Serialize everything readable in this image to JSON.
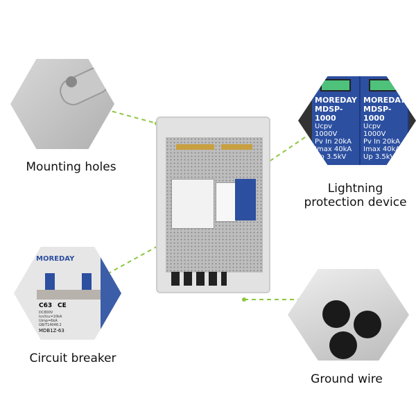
{
  "labels": {
    "mounting": "Mounting holes",
    "lightning_1": "Lightning",
    "lightning_2": "protection device",
    "breaker": "Circuit breaker",
    "ground": "Ground wire"
  },
  "spd": {
    "brand": "MOREDAY",
    "model": "MDSP-1000",
    "rows": [
      "Ucpv 1000V",
      "Pv In 20kA",
      "Imax 40kA",
      "Up 3.5kV"
    ]
  },
  "breaker": {
    "brand": "MOREDAY",
    "rating": "C63",
    "ce": "CE",
    "specs": [
      "DC800V",
      "Icn/Icu=10kA",
      "Uimp=6kA",
      "GB/T14048.2"
    ],
    "model": "MDB1Z-63"
  },
  "colors": {
    "accent": "#8cc63f",
    "spd_blue": "#2c4fa0"
  }
}
